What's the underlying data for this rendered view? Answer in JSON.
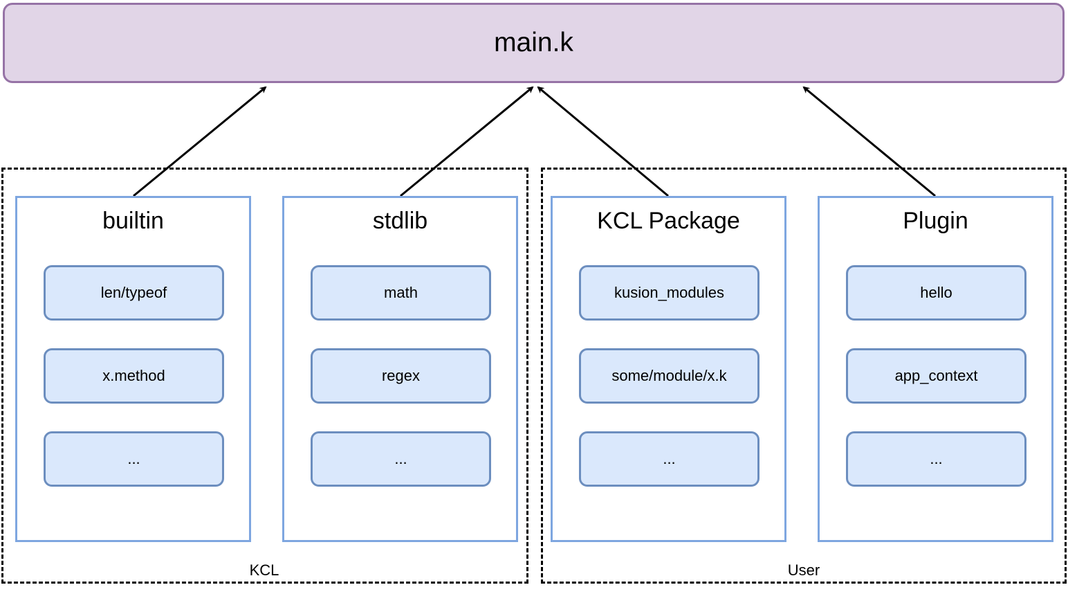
{
  "main": {
    "label": "main.k"
  },
  "groups": [
    {
      "label": "KCL"
    },
    {
      "label": "User"
    }
  ],
  "modules": [
    {
      "title": "builtin",
      "items": [
        "len/typeof",
        "x.method",
        "..."
      ]
    },
    {
      "title": "stdlib",
      "items": [
        "math",
        "regex",
        "..."
      ]
    },
    {
      "title": "KCL Package",
      "items": [
        "kusion_modules",
        "some/module/x.k",
        "..."
      ]
    },
    {
      "title": "Plugin",
      "items": [
        "hello",
        "app_context",
        "..."
      ]
    }
  ],
  "colors": {
    "main_fill": "#e1d5e7",
    "main_stroke": "#9673a6",
    "module_stroke": "#7ea6e0",
    "item_fill": "#dae8fc",
    "item_stroke": "#6c8ebf"
  }
}
